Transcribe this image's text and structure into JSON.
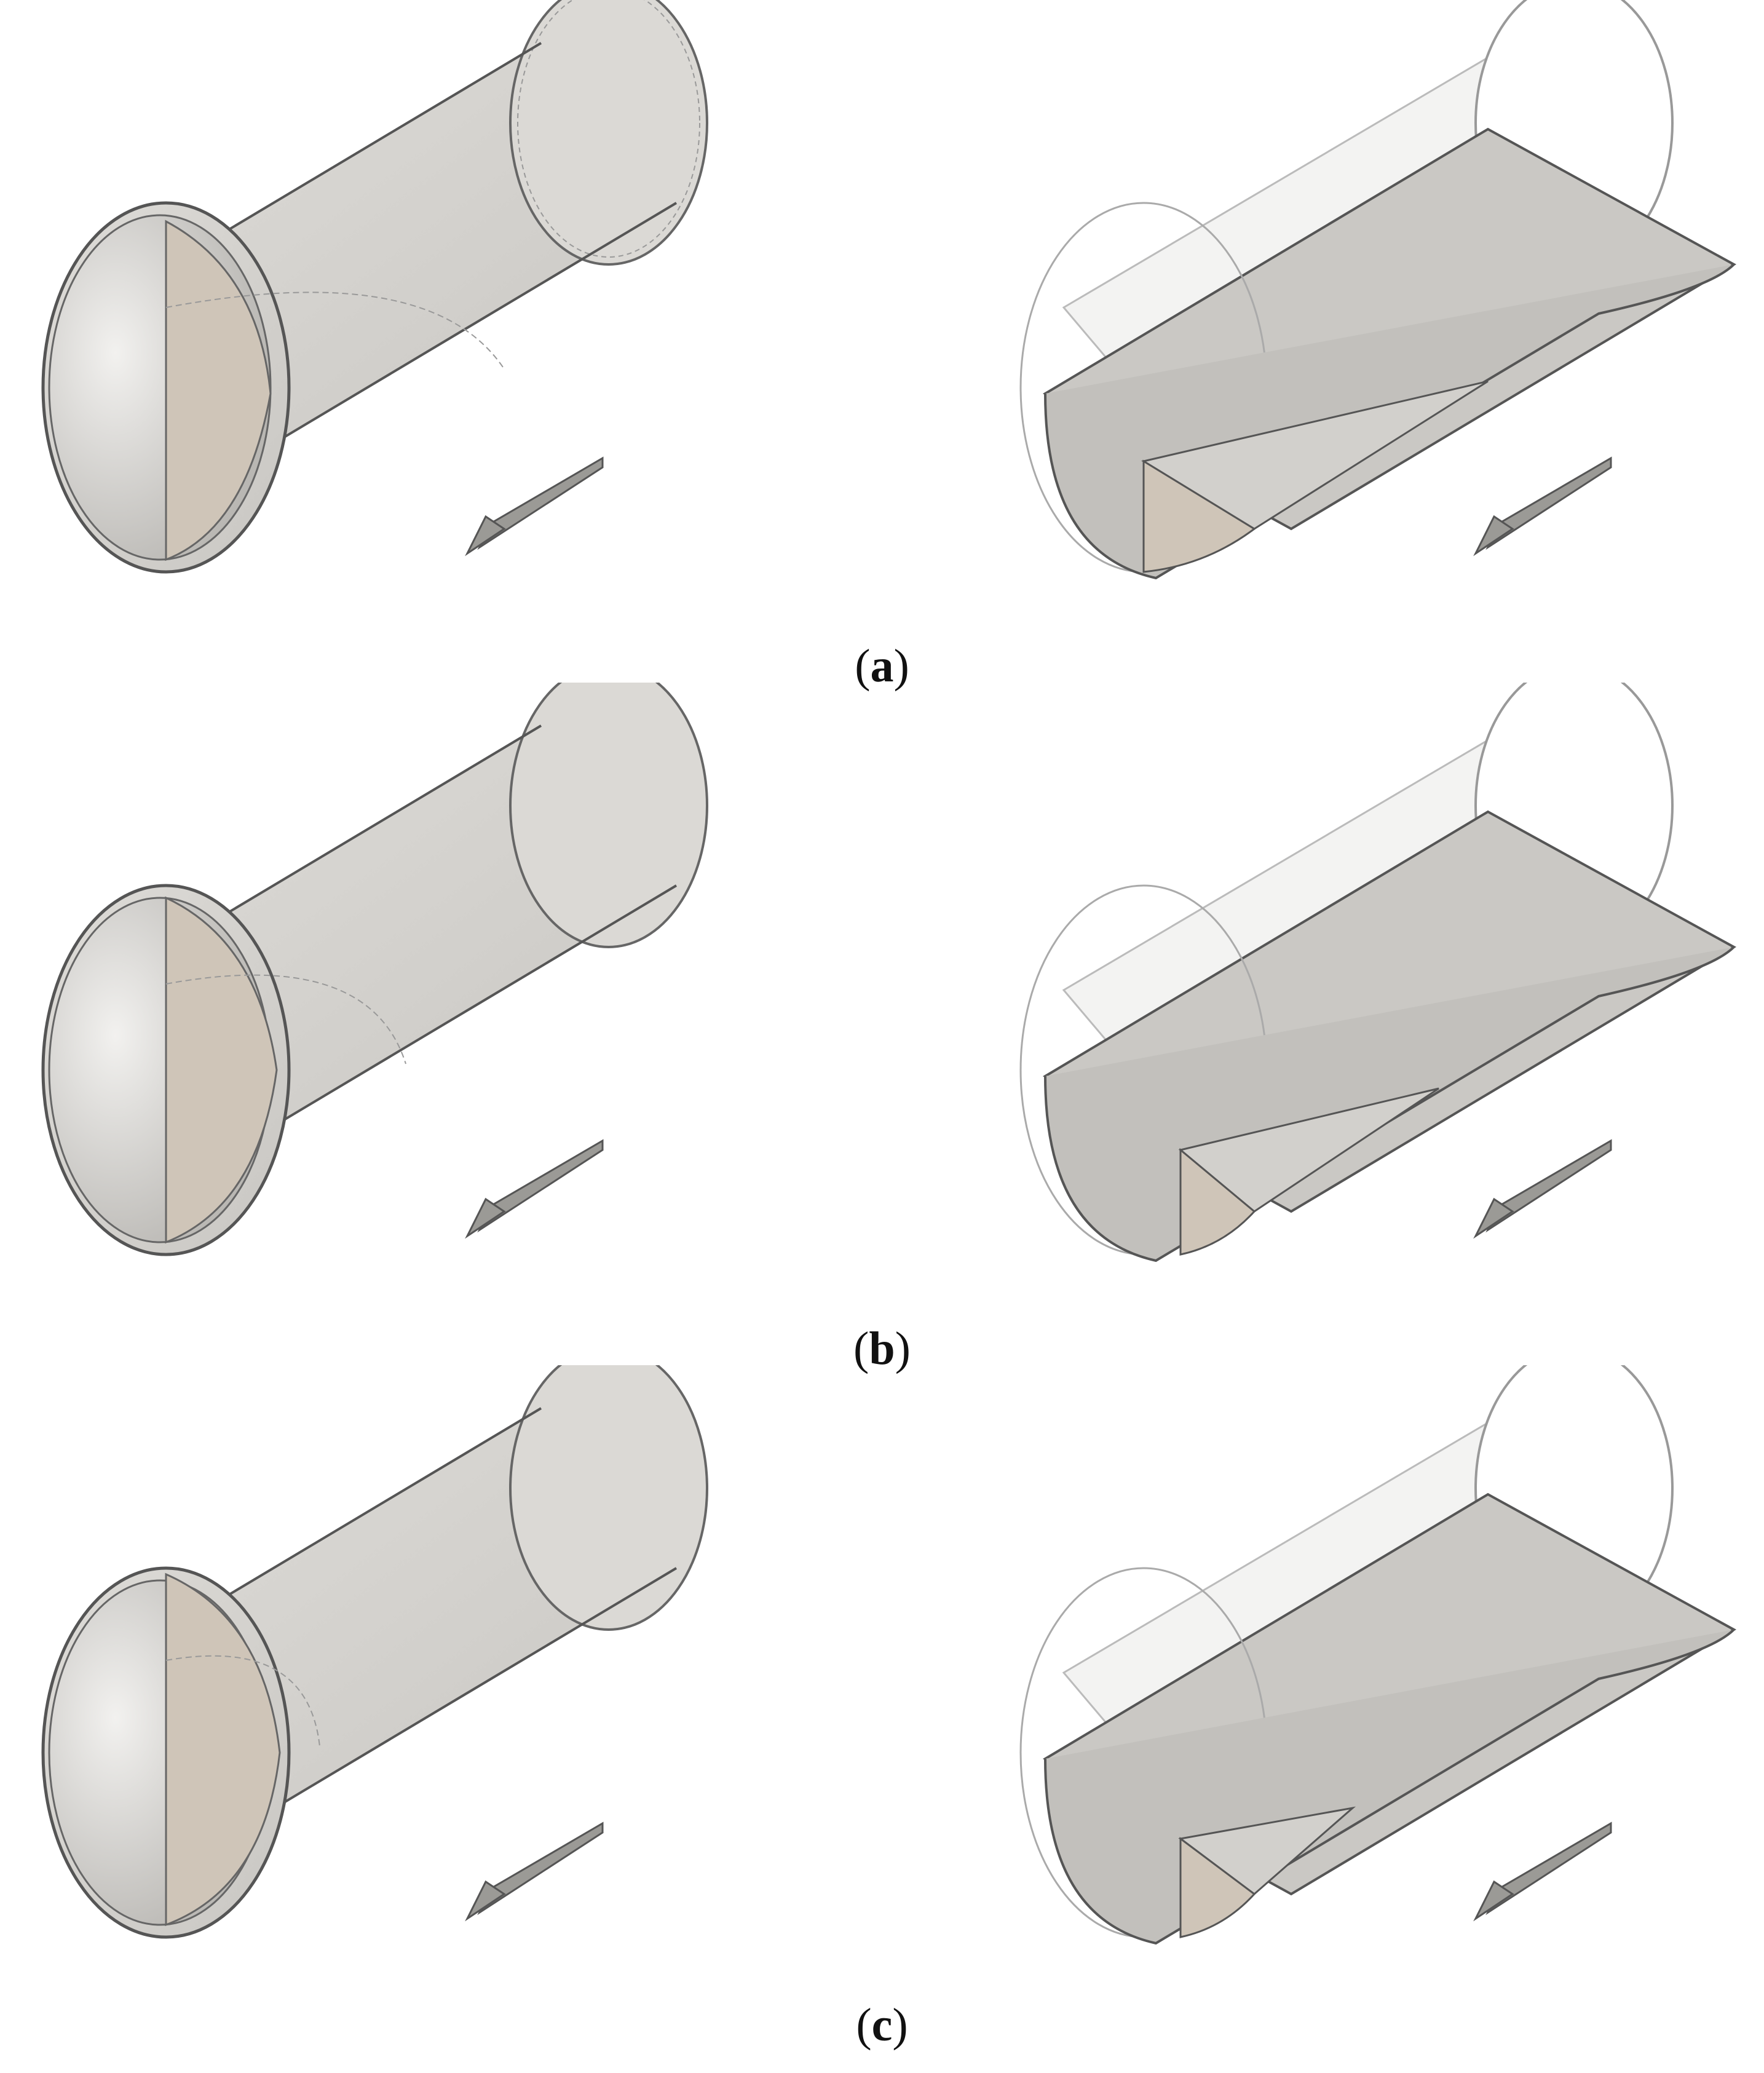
{
  "colors": {
    "tube": "#d6d4d0",
    "tube_edge": "#555555",
    "baffle": "#cfc5b8",
    "ghost": "#eeeeee",
    "arrow": "#9b9a96"
  },
  "panels": [
    {
      "letter": "a",
      "baffle_angle": 0.62,
      "left_icon": "closed-tube-baffle-icon",
      "right_icon": "cutaway-tube-baffle-icon"
    },
    {
      "letter": "b",
      "baffle_angle": 0.48,
      "left_icon": "closed-tube-baffle-icon",
      "right_icon": "cutaway-tube-baffle-icon"
    },
    {
      "letter": "c",
      "baffle_angle": 0.36,
      "left_icon": "closed-tube-baffle-icon",
      "right_icon": "cutaway-tube-baffle-icon"
    }
  ]
}
